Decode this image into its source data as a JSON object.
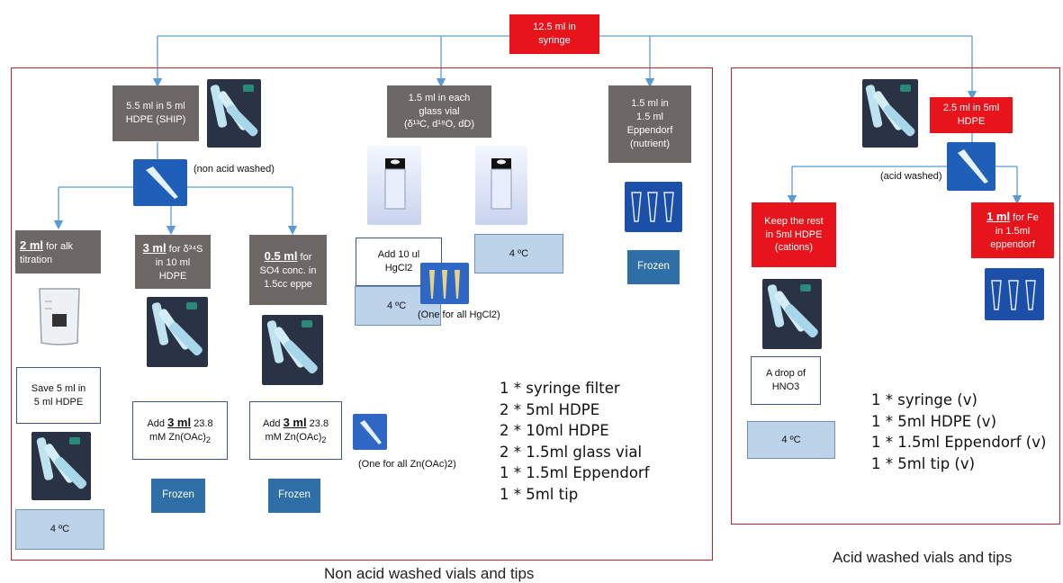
{
  "top_box": {
    "line1": "12.5 ml in",
    "line2": "syringe"
  },
  "left_region": {
    "caption": "Non acid washed vials and tips",
    "ship_box": {
      "line1": "5.5 ml in 5 ml",
      "line2": "HDPE (SHIP)"
    },
    "non_acid_note": "(non acid washed)",
    "alk_box": {
      "amount": "2 ml",
      "rest": " for alk",
      "line2": "titration"
    },
    "d34s_box": {
      "amount": "3 ml",
      "rest": " for δ³⁴S",
      "line2": "in 10 ml",
      "line3": "HDPE"
    },
    "so4_box": {
      "amount": "0.5 ml",
      "rest": " for",
      "line2": "SO4 conc. in",
      "line3": "1.5cc eppe"
    },
    "save_box": {
      "line1": "Save 5 ml in",
      "line2": "5 ml HDPE"
    },
    "zn_box_a": {
      "pre": "Add ",
      "amount": "3 ml",
      "post": " 23.8",
      "line2": "mM Zn(OAc)",
      "sub": "2"
    },
    "zn_box_b": {
      "pre": "Add ",
      "amount": "3 ml",
      "post": " 23.8",
      "line2": "mM Zn(OAc)",
      "sub": "2"
    },
    "frozen_a": "Frozen",
    "frozen_b": "Frozen",
    "temp_left": "4 ºC",
    "zn_note": "(One for all Zn(OAc)2)",
    "glass_box": {
      "line1": "1.5 ml in each",
      "line2": "glass vial",
      "line3": "(δ¹³C, d¹⁸O, dD)"
    },
    "hgcl_box": {
      "line1": "Add 10 ul",
      "line2": "HgCl2"
    },
    "temp_mid_a": "4 ºC",
    "temp_mid_b": "4 ºC",
    "hg_note": "(One for all HgCl2)",
    "eppendorf_box": {
      "line1": "1.5 ml in",
      "line2": "1.5 ml",
      "line3": "Eppendorf",
      "line4": "(nutrient)"
    },
    "frozen_c": "Frozen",
    "list": [
      "1 * syringe filter",
      "2 * 5ml HDPE",
      "2 * 10ml HDPE",
      "2 * 1.5ml glass vial",
      "1 * 1.5ml Eppendorf",
      "1 * 5ml tip"
    ]
  },
  "right_region": {
    "caption": "Acid washed vials and tips",
    "hdpe_box": {
      "line1": "2.5 ml in 5ml",
      "line2": "HDPE"
    },
    "acid_note": "(acid washed)",
    "keep_box": {
      "line1": "Keep the rest",
      "line2": "in 5ml HDPE",
      "line3": "(cations)"
    },
    "fe_box": {
      "amount": "1 ml",
      "rest": " for Fe",
      "line2": "in 1.5ml",
      "line3": "eppendorf"
    },
    "hno3_box": {
      "line1": "A drop of",
      "line2": "HNO3"
    },
    "temp_right": "4 ºC",
    "list": [
      "1 * syringe (v)",
      "1 * 5ml HDPE (v)",
      "1 * 1.5ml Eppendorf (v)",
      "1 * 5ml tip (v)"
    ]
  },
  "colors": {
    "region_border": "#c0262a",
    "gray_box": "#6d6866",
    "red_box": "#e8141b",
    "frozen_box": "#2e6fa8",
    "temp_box": "#bcd3ea",
    "arrow": "#5b9bd5"
  },
  "icons": [
    "tube-rack-photo-icon",
    "pipette-tip-icon",
    "beaker-icon",
    "glass-vial-icon",
    "eppendorf-tubes-icon"
  ]
}
